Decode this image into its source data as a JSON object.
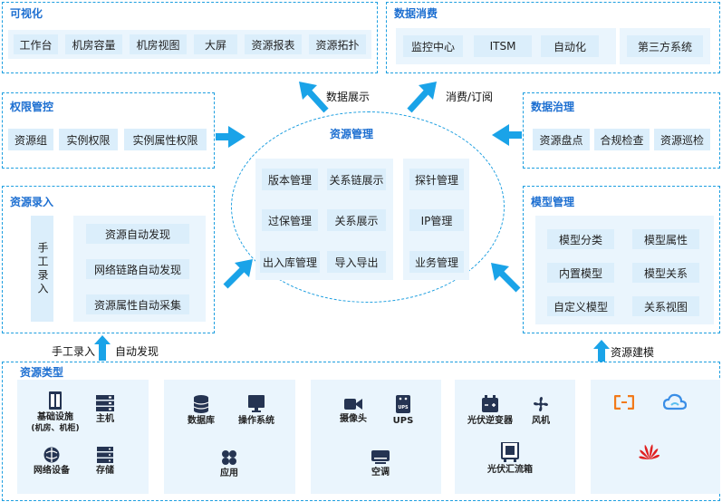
{
  "visualization": {
    "title": "可视化",
    "items": [
      "工作台",
      "机房容量",
      "机房视图",
      "大屏",
      "资源报表",
      "资源拓扑"
    ]
  },
  "consumption": {
    "title": "数据消费",
    "items": [
      "监控中心",
      "ITSM",
      "自动化",
      "第三方系统"
    ]
  },
  "permission": {
    "title": "权限管控",
    "items": [
      "资源组",
      "实例权限",
      "实例属性权限"
    ]
  },
  "governance": {
    "title": "数据治理",
    "items": [
      "资源盘点",
      "合规检查",
      "资源巡检"
    ]
  },
  "entry": {
    "title": "资源录入",
    "manual": "手工录入",
    "items": [
      "资源自动发现",
      "网络链路自动发现",
      "资源属性自动采集"
    ]
  },
  "model": {
    "title": "模型管理",
    "items": [
      "模型分类",
      "模型属性",
      "内置模型",
      "模型关系",
      "自定义模型",
      "关系视图"
    ]
  },
  "resource_mgmt": {
    "title": "资源管理",
    "left_items": [
      "版本管理",
      "关系链展示",
      "过保管理",
      "关系展示",
      "出入库管理",
      "导入导出"
    ],
    "right_items": [
      "探针管理",
      "IP管理",
      "业务管理"
    ]
  },
  "flow_labels": {
    "display": "数据展示",
    "consume": "消费/订阅",
    "entry_flow": "手工录入  自动发现",
    "modeling": "资源建模"
  },
  "resource_types": {
    "title": "资源类型",
    "groups": [
      {
        "items": [
          {
            "label": "基础设施\n(机房、机柜)",
            "icon": "rack-icon"
          },
          {
            "label": "主机",
            "icon": "server-icon"
          },
          {
            "label": "网络设备",
            "icon": "network-device-icon"
          },
          {
            "label": "存储",
            "icon": "storage-icon"
          }
        ]
      },
      {
        "items": [
          {
            "label": "数据库",
            "icon": "database-icon"
          },
          {
            "label": "操作系统",
            "icon": "monitor-icon"
          },
          {
            "label": "应用",
            "icon": "app-icon"
          }
        ]
      },
      {
        "items": [
          {
            "label": "摄像头",
            "icon": "camera-icon"
          },
          {
            "label": "UPS",
            "icon": "ups-icon"
          },
          {
            "label": "空调",
            "icon": "aircon-icon"
          }
        ]
      },
      {
        "items": [
          {
            "label": "光伏逆变器",
            "icon": "inverter-icon"
          },
          {
            "label": "风机",
            "icon": "fan-icon"
          },
          {
            "label": "光伏汇流箱",
            "icon": "combiner-box-icon"
          }
        ]
      },
      {
        "items": [
          {
            "label": "",
            "icon": "aliyun-logo"
          },
          {
            "label": "",
            "icon": "cloud-logo"
          },
          {
            "label": "",
            "icon": "huawei-logo"
          }
        ]
      }
    ]
  },
  "colors": {
    "accent": "#1e9fe0",
    "title": "#1d6fd1",
    "chip": "#dbeefb",
    "arrow": "#1aa3e8"
  }
}
